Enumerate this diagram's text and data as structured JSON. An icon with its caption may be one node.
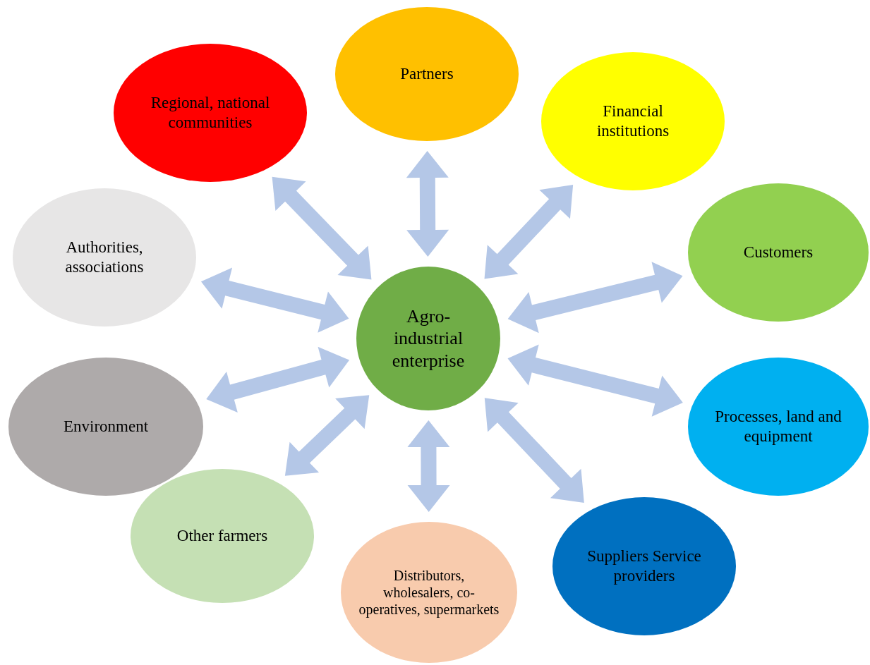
{
  "diagram": {
    "nodes": [
      {
        "text": [
          "Agro-industrial enterprise"
        ]
      },
      {
        "text": [
          "Regional, national communities"
        ]
      },
      {
        "text": [
          "Partners"
        ]
      },
      {
        "text": [
          "Financial institutions"
        ]
      },
      {
        "text": [
          "Customers"
        ]
      },
      {
        "text": [
          "Processes, land and equipment"
        ]
      },
      {
        "text": [
          "Suppliers Service providers"
        ]
      },
      {
        "text": [
          "Distributors, wholesalers, co-operatives, supermarkets"
        ]
      },
      {
        "text": [
          "Other farmers"
        ]
      },
      {
        "text": [
          "Environment"
        ]
      },
      {
        "text": [
          "Authorities, associations"
        ]
      }
    ],
    "edges": [
      {
        "from": 0,
        "to": 1,
        "arrow": "both"
      },
      {
        "from": 0,
        "to": 2,
        "arrow": "both"
      },
      {
        "from": 0,
        "to": 3,
        "arrow": "both"
      },
      {
        "from": 0,
        "to": 4,
        "arrow": "both"
      },
      {
        "from": 0,
        "to": 5,
        "arrow": "both"
      },
      {
        "from": 0,
        "to": 6,
        "arrow": "both"
      },
      {
        "from": 0,
        "to": 7,
        "arrow": "both"
      },
      {
        "from": 0,
        "to": 8,
        "arrow": "both"
      },
      {
        "from": 0,
        "to": 9,
        "arrow": "both"
      },
      {
        "from": 0,
        "to": 10,
        "arrow": "both"
      }
    ]
  }
}
